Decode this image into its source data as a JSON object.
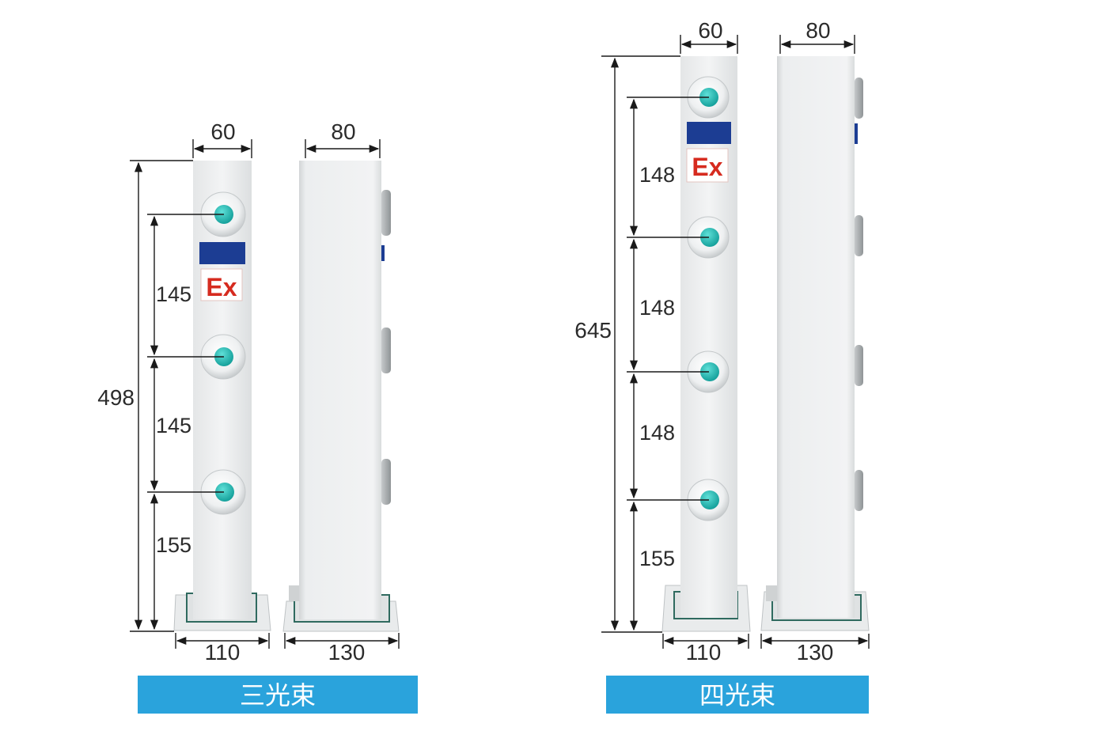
{
  "colors": {
    "banner": "#2aa3dc",
    "lens": "#1fb6b0",
    "blue_tag": "#1c3d93",
    "ex_text": "#d62b1f"
  },
  "units": [
    {
      "name": "three-beam",
      "label": "三光束",
      "ex_label": "Ex",
      "height": "498",
      "front_width": "60",
      "side_width": "80",
      "front_base": "110",
      "side_base": "130",
      "spacings": [
        "145",
        "145",
        "155"
      ]
    },
    {
      "name": "four-beam",
      "label": "四光束",
      "ex_label": "Ex",
      "height": "645",
      "front_width": "60",
      "side_width": "80",
      "front_base": "110",
      "side_base": "130",
      "spacings": [
        "148",
        "148",
        "148",
        "155"
      ]
    }
  ]
}
